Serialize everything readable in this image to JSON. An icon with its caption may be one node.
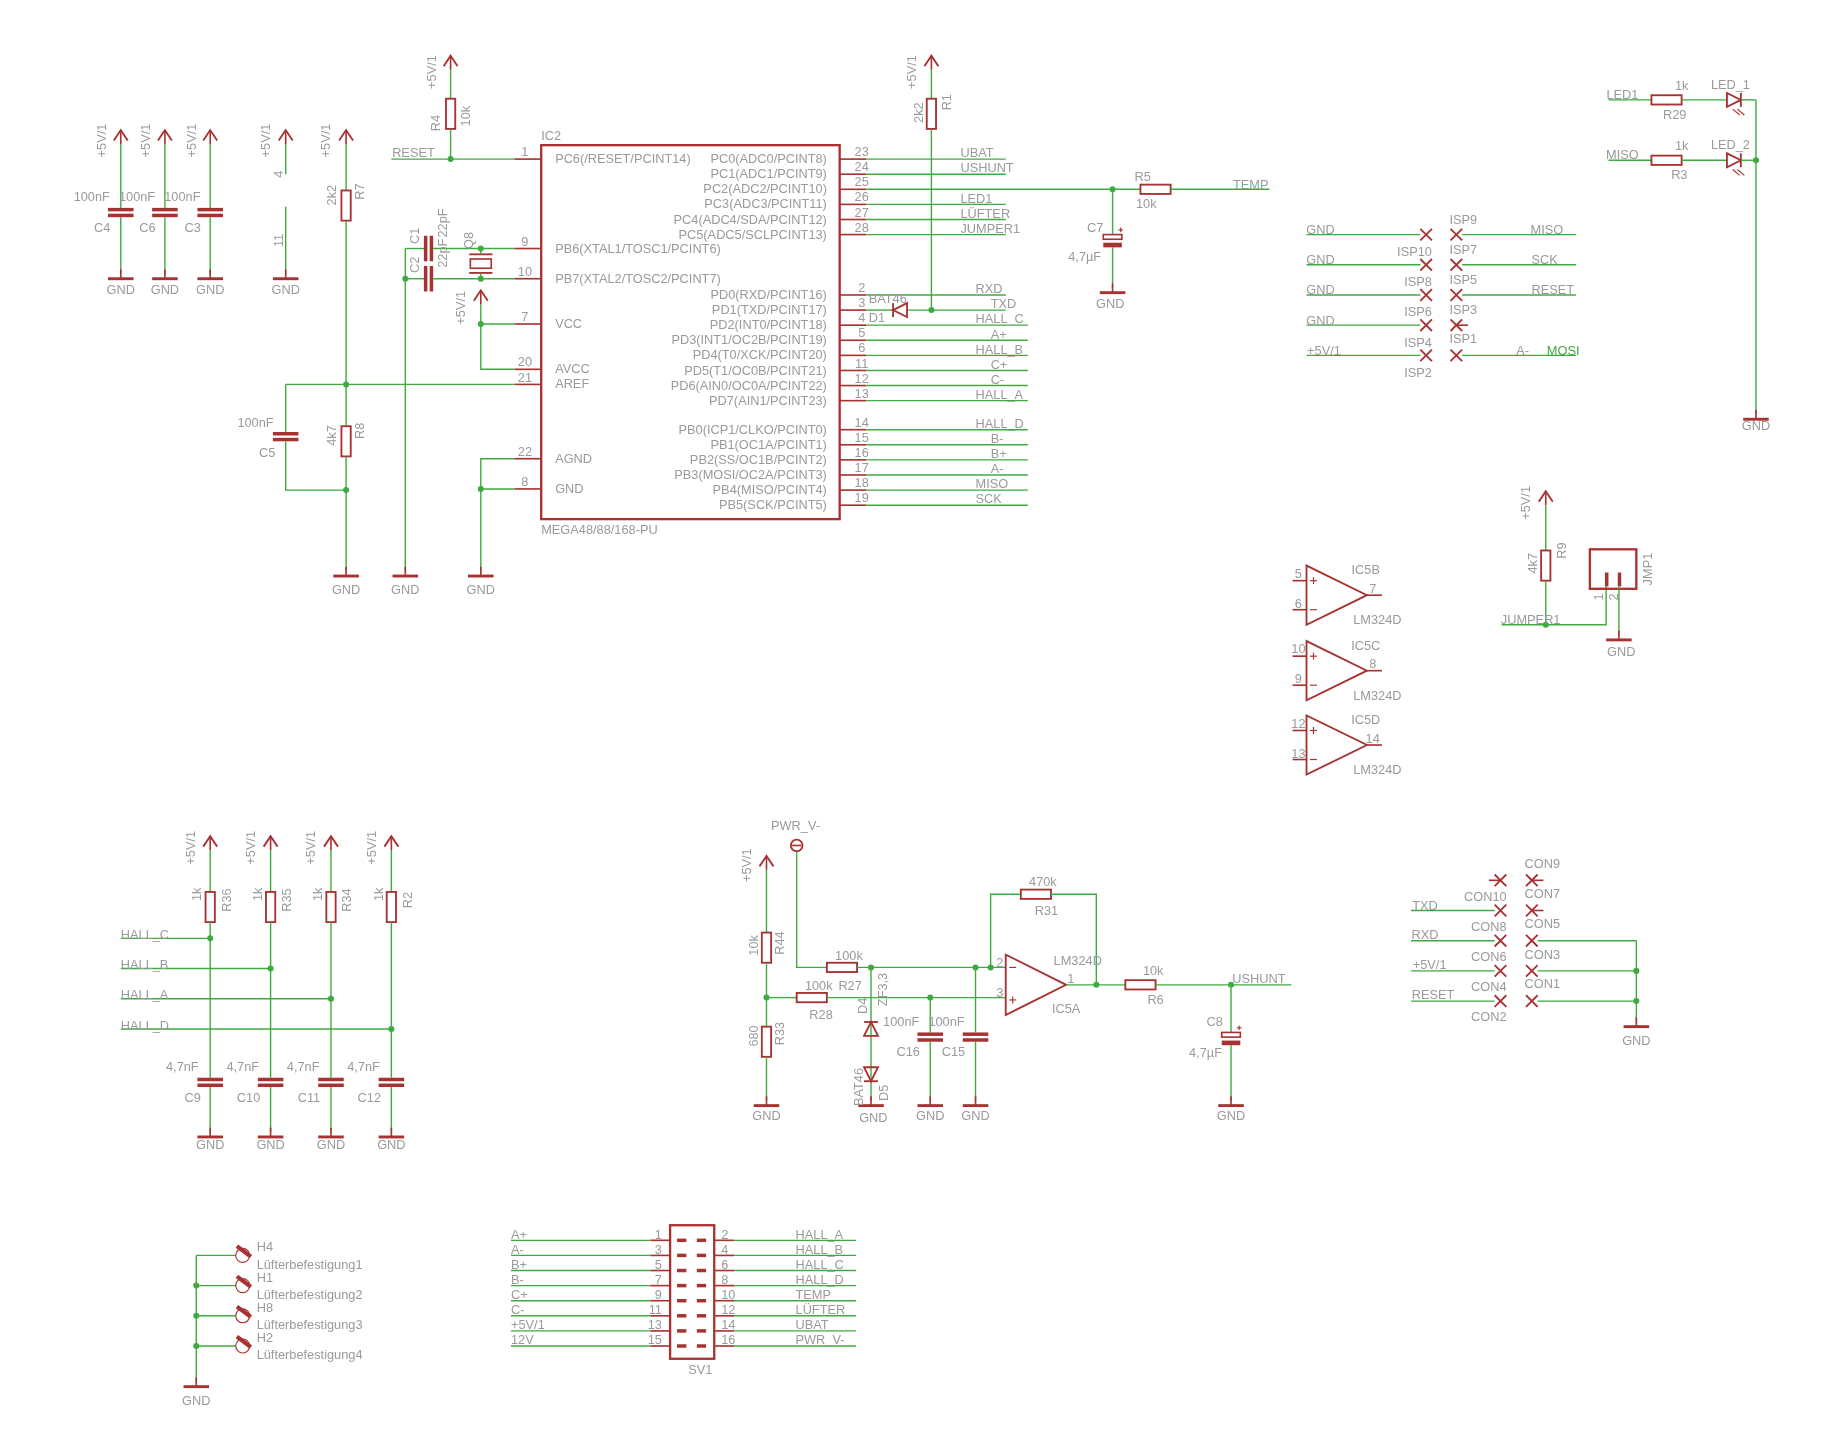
{
  "diagram": {
    "labels": [
      "+5V/1",
      "+5V/1",
      "+5V/1",
      "+5V/1",
      "+5V/1",
      "100nF",
      "100nF",
      "100nF",
      "C4",
      "C6",
      "C3",
      "4",
      "11",
      "GND",
      "GND",
      "GND",
      "GND",
      "2k2",
      "R7",
      "100nF",
      "C5",
      "4k7",
      "R8",
      "GND",
      "GND",
      "GND",
      "+5V/1",
      "R4",
      "10k",
      "RESET",
      "C1",
      "C2",
      "22pF",
      "22pF",
      "Q8",
      "+5V/1",
      "IC2",
      "1",
      "PC6(/RESET/PCINT14)",
      "9",
      "PB6(XTAL1/TOSC1/PCINT6)",
      "10",
      "PB7(XTAL2/TOSC2/PCINT7)",
      "7",
      "VCC",
      "20",
      "AVCC",
      "21",
      "AREF",
      "22",
      "AGND",
      "8",
      "GND",
      "PC0(ADC0/PCINT8)",
      "23",
      "UBAT",
      "PC1(ADC1/PCINT9)",
      "24",
      "USHUNT",
      "PC2(ADC2/PCINT10)",
      "25",
      "PC3(ADC3/PCINT11)",
      "26",
      "LED1",
      "PC4(ADC4/SDA/PCINT12)",
      "27",
      "LÜFTER",
      "PC5(ADC5/SCLPCINT13)",
      "28",
      "JUMPER1",
      "PD0(RXD/PCINT16)",
      "2",
      "RXD",
      "PD1(TXD/PCINT17)",
      "3",
      "TXD",
      "PD2(INT0/PCINT18)",
      "4",
      "HALL_C",
      "PD3(INT1/OC2B/PCINT19)",
      "5",
      "A+",
      "PD4(T0/XCK/PCINT20)",
      "6",
      "HALL_B",
      "PD5(T1/OC0B/PCINT21)",
      "11",
      "C+",
      "PD6(AIN0/OC0A/PCINT22)",
      "12",
      "C-",
      "PD7(AIN1/PCINT23)",
      "13",
      "HALL_A",
      "PB0(ICP1/CLKO/PCINT0)",
      "14",
      "HALL_D",
      "PB1(OC1A/PCINT1)",
      "15",
      "B-",
      "PB2(SS/OC1B/PCINT2)",
      "16",
      "B+",
      "PB3(MOSI/OC2A/PCINT3)",
      "17",
      "A-",
      "PB4(MISO/PCINT4)",
      "18",
      "MISO",
      "PB5(SCK/PCINT5)",
      "19",
      "SCK",
      "MEGA48/88/168-PU",
      "+5V/1",
      "2k2",
      "R1",
      "BAT46",
      "D1",
      "R5",
      "10k",
      "TEMP",
      "C7",
      "4,7µF",
      "GND",
      "LED1",
      "1k",
      "R29",
      "LED_1",
      "MISO",
      "1k",
      "R3",
      "LED_2",
      "GND",
      "GND",
      "ISP9",
      "MISO",
      "GND",
      "ISP10",
      "ISP7",
      "SCK",
      "GND",
      "ISP8",
      "ISP5",
      "RESET",
      "GND",
      "ISP6",
      "ISP3",
      "+5V/1",
      "ISP4",
      "ISP1",
      "A-",
      "MOSI",
      "ISP2",
      "5",
      "IC5B",
      "7",
      "6",
      "LM324D",
      "10",
      "IC5C",
      "8",
      "9",
      "LM324D",
      "12",
      "IC5D",
      "14",
      "13",
      "LM324D",
      "+5V/1",
      "4k7",
      "R9",
      "JMP1",
      "1",
      "2",
      "JUMPER1",
      "GND",
      "+5V/1",
      "+5V/1",
      "+5V/1",
      "+5V/1",
      "1k",
      "R36",
      "1k",
      "R35",
      "1k",
      "R34",
      "1k",
      "R2",
      "HALL_C",
      "HALL_B",
      "HALL_A",
      "HALL_D",
      "4,7nF",
      "4,7nF",
      "4,7nF",
      "4,7nF",
      "C9",
      "C10",
      "C11",
      "C12",
      "GND",
      "GND",
      "GND",
      "GND",
      "PWR_V-",
      "+5V/1",
      "10k",
      "R44",
      "100k",
      "100k",
      "R27",
      "D4",
      "ZF3,3",
      "R28",
      "680",
      "R33",
      "100nF",
      "100nF",
      "C16",
      "C15",
      "BAT46",
      "D5",
      "GND",
      "GND",
      "GND",
      "GND",
      "470k",
      "R31",
      "2",
      "LM324D",
      "1",
      "3",
      "IC5A",
      "10k",
      "R6",
      "USHUNT",
      "C8",
      "4,7µF",
      "GND",
      "CON9",
      "CON10",
      "CON7",
      "TXD",
      "CON8",
      "CON5",
      "RXD",
      "CON6",
      "CON3",
      "+5V/1",
      "CON4",
      "CON1",
      "RESET",
      "CON2",
      "GND",
      "H4",
      "Lüfterbefestigung1",
      "H1",
      "Lüfterbefestigung2",
      "H8",
      "Lüfterbefestigung3",
      "H2",
      "Lüfterbefestigung4",
      "GND",
      "A+",
      "1",
      "2",
      "HALL_A",
      "A-",
      "3",
      "4",
      "HALL_B",
      "B+",
      "5",
      "6",
      "HALL_C",
      "B-",
      "7",
      "8",
      "HALL_D",
      "C+",
      "9",
      "10",
      "TEMP",
      "C-",
      "11",
      "12",
      "LÜFTER",
      "+5V/1",
      "13",
      "14",
      "UBAT",
      "12V",
      "15",
      "16",
      "PWR_V-",
      "SV1"
    ]
  }
}
